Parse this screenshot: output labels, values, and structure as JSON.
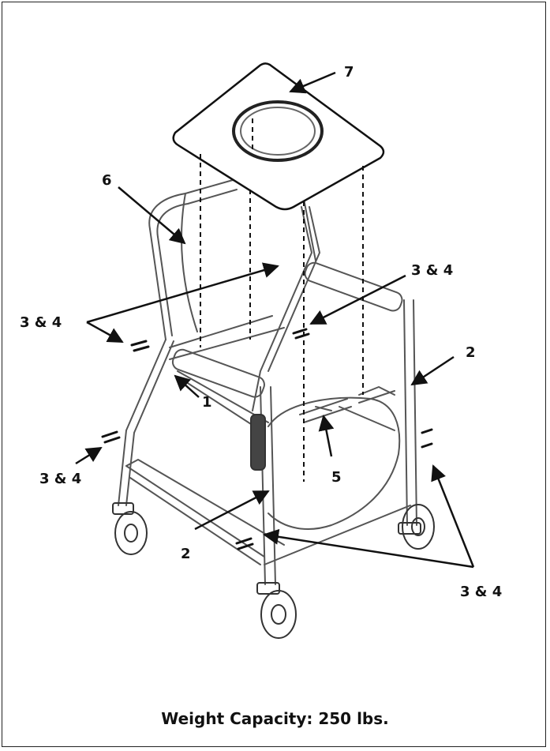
{
  "callouts": {
    "c7": "7",
    "c6": "6",
    "c34_left": "3 & 4",
    "c34_center": "3 & 4",
    "c2_right": "2",
    "c1": "1",
    "c5": "5",
    "c34_lowleft": "3 & 4",
    "c2_bottom": "2",
    "c34_bottomright": "3 & 4"
  },
  "caption": "Weight Capacity: 250 lbs."
}
